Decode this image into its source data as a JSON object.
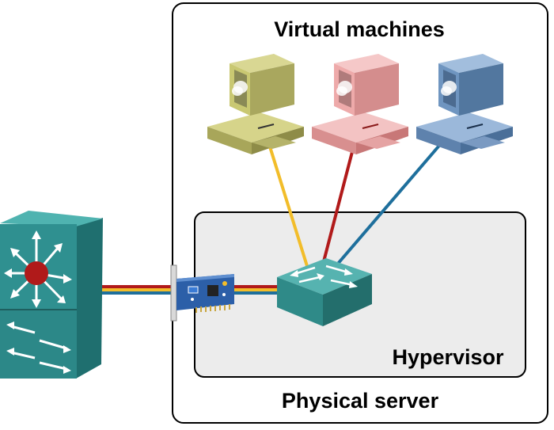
{
  "labels": {
    "virtual_machines": "Virtual machines",
    "hypervisor": "Hypervisor",
    "physical_server": "Physical server"
  },
  "colors": {
    "vm1": "#c9c872",
    "vm2": "#eeaaaa",
    "vm3": "#6f95c0",
    "link_yellow": "#f2bd2a",
    "link_red": "#b11a1a",
    "link_blue": "#1e6f9c",
    "switch": "#3e9c9c",
    "core_switch": "#2f9090",
    "core_switch_center": "#b01a1a",
    "hypervisor_bg": "#ececec"
  }
}
